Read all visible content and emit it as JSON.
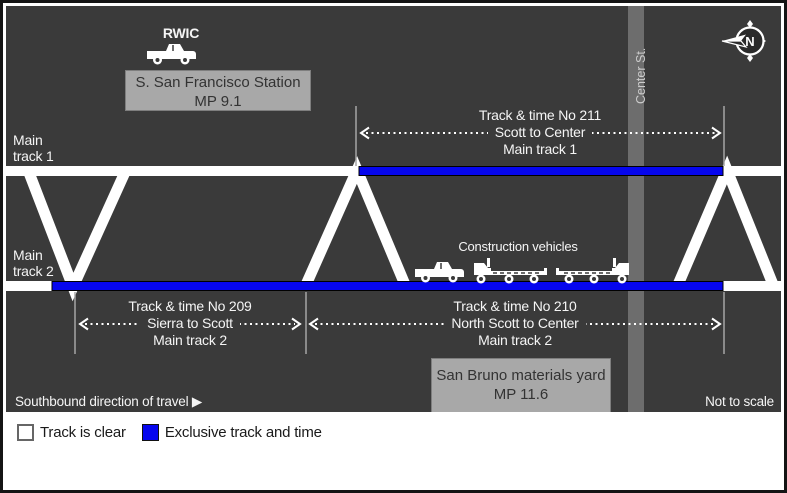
{
  "colors": {
    "background": "#3a3a3a",
    "exclusive_blue": "#0606ee",
    "box_gray": "#a8a8a8",
    "box_text": "#333333",
    "street_band": "#6d6d6d",
    "boundary_line": "#a5a5a5"
  },
  "diagram": {
    "rwic_label": "RWIC",
    "station_box": {
      "line1": "S. San Francisco Station",
      "line2": "MP 9.1"
    },
    "main_track1": {
      "line1": "Main",
      "line2": "track 1"
    },
    "main_track2": {
      "line1": "Main",
      "line2": "track 2"
    },
    "tt211": {
      "line1": "Track & time No 211",
      "line2": "Scott to Center",
      "line3": "Main track 1"
    },
    "tt209": {
      "line1": "Track & time No 209",
      "line2": "Sierra to Scott",
      "line3": "Main track 2"
    },
    "tt210": {
      "line1": "Track & time No 210",
      "line2": "North Scott to Center",
      "line3": "Main track 2"
    },
    "construction_label": "Construction vehicles",
    "yard_box": {
      "line1": "San Bruno materials yard",
      "line2": "MP 11.6"
    },
    "street_label": "Center St.",
    "southbound_label": "Southbound direction of travel ▶",
    "not_to_scale": "Not to scale",
    "compass_letter": "N"
  },
  "legend": {
    "items": [
      {
        "label": "Track is clear"
      },
      {
        "label": "Exclusive track and time"
      }
    ]
  }
}
